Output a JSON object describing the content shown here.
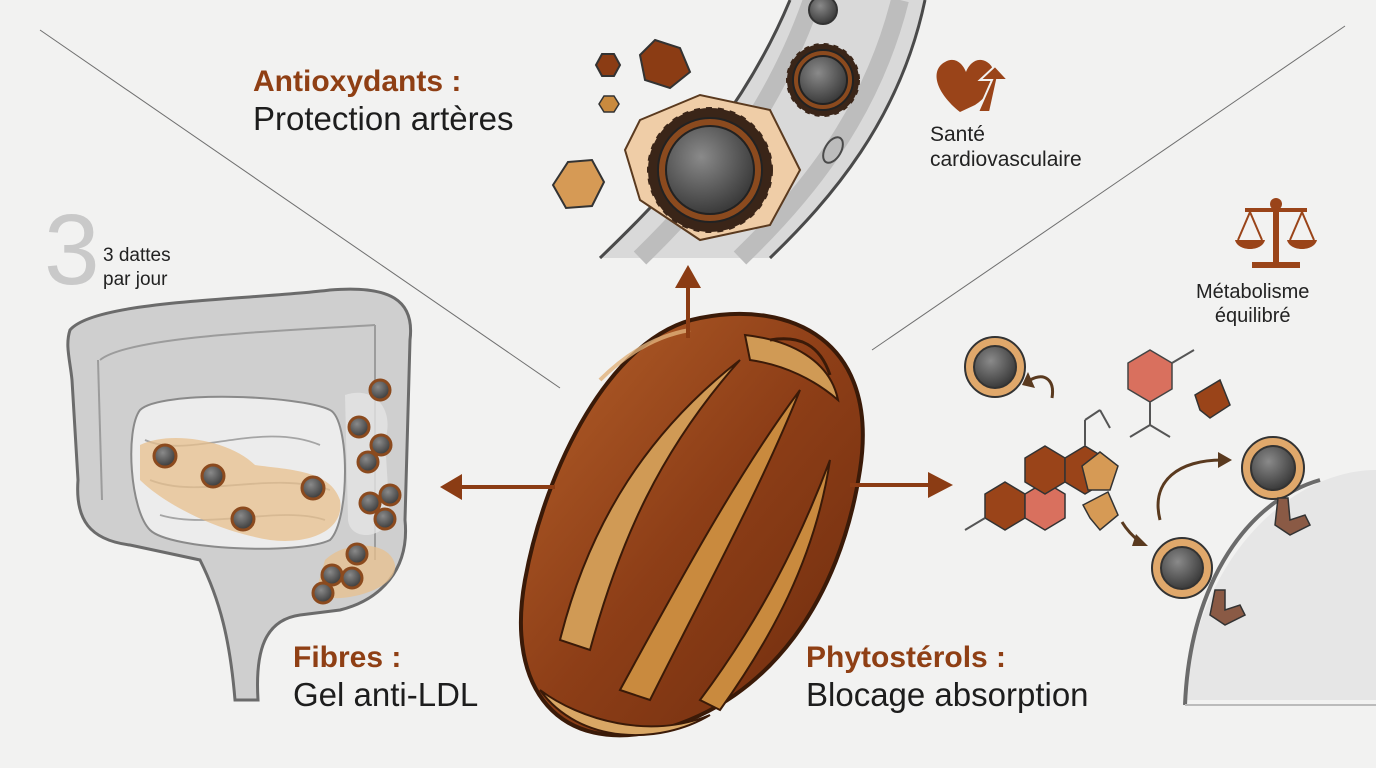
{
  "antioxidants": {
    "title": "Antioxydants :",
    "subtitle": "Protection artères"
  },
  "cardio": {
    "line1": "Santé",
    "line2": "cardiovasculaire"
  },
  "dose": {
    "number": "3",
    "line1": "3 dattes",
    "line2": "par jour"
  },
  "metabolism": {
    "line1": "Métabolisme",
    "line2": "équilibré"
  },
  "fibres": {
    "title": "Fibres :",
    "subtitle": "Gel anti-LDL"
  },
  "phytosterols": {
    "title": "Phytostérols :",
    "subtitle": "Blocage absorption"
  },
  "icons": [
    "heart-arrow-icon",
    "balance-scale-icon",
    "date-fruit",
    "intestine",
    "artery",
    "cell-receptor"
  ],
  "colors": {
    "accent": "#8f3f14",
    "date": "#9a4a1c",
    "date_light": "#c98a3e",
    "particle": "#555555",
    "hexagon_pink": "#d9705e",
    "tan": "#e0a86b"
  }
}
